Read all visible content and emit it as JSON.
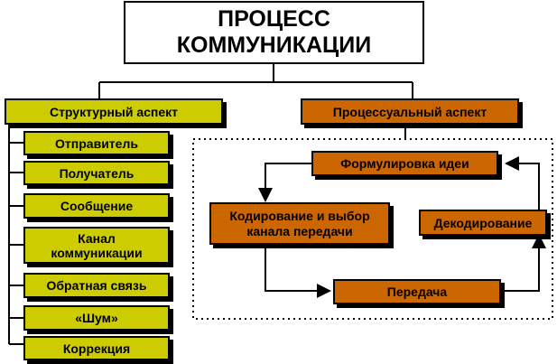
{
  "title": {
    "line1": "ПРОЦЕСС",
    "line2": "КОММУНИКАЦИИ"
  },
  "structural": {
    "header": "Структурный аспект",
    "items": [
      "Отправитель",
      "Получатель",
      "Сообщение",
      "Канал коммуникации",
      "Обратная связь",
      "«Шум»",
      "Коррекция"
    ]
  },
  "process": {
    "header": "Процессуальный аспект",
    "formulation": "Формулировка идеи",
    "encoding": "Кодирование и выбор канала передачи",
    "decoding": "Декодирование",
    "transmission": "Передача"
  },
  "colors": {
    "structural": "#cccc00",
    "process": "#cc6600"
  }
}
